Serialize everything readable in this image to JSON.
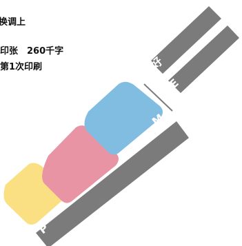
{
  "page_fragment": {
    "line1": "换调上",
    "line2": "印张　260千字",
    "line3": "第1次印刷"
  },
  "spine": {
    "upper_label_1": "好",
    "upper_label_2": "E",
    "lower_label_1": "M",
    "lower_label_2": "P"
  },
  "colors": {
    "yellow": "#fbe083",
    "pink": "#e994a5",
    "blue": "#80bde1",
    "gray": "#7b7b7b",
    "text": "#111111"
  }
}
